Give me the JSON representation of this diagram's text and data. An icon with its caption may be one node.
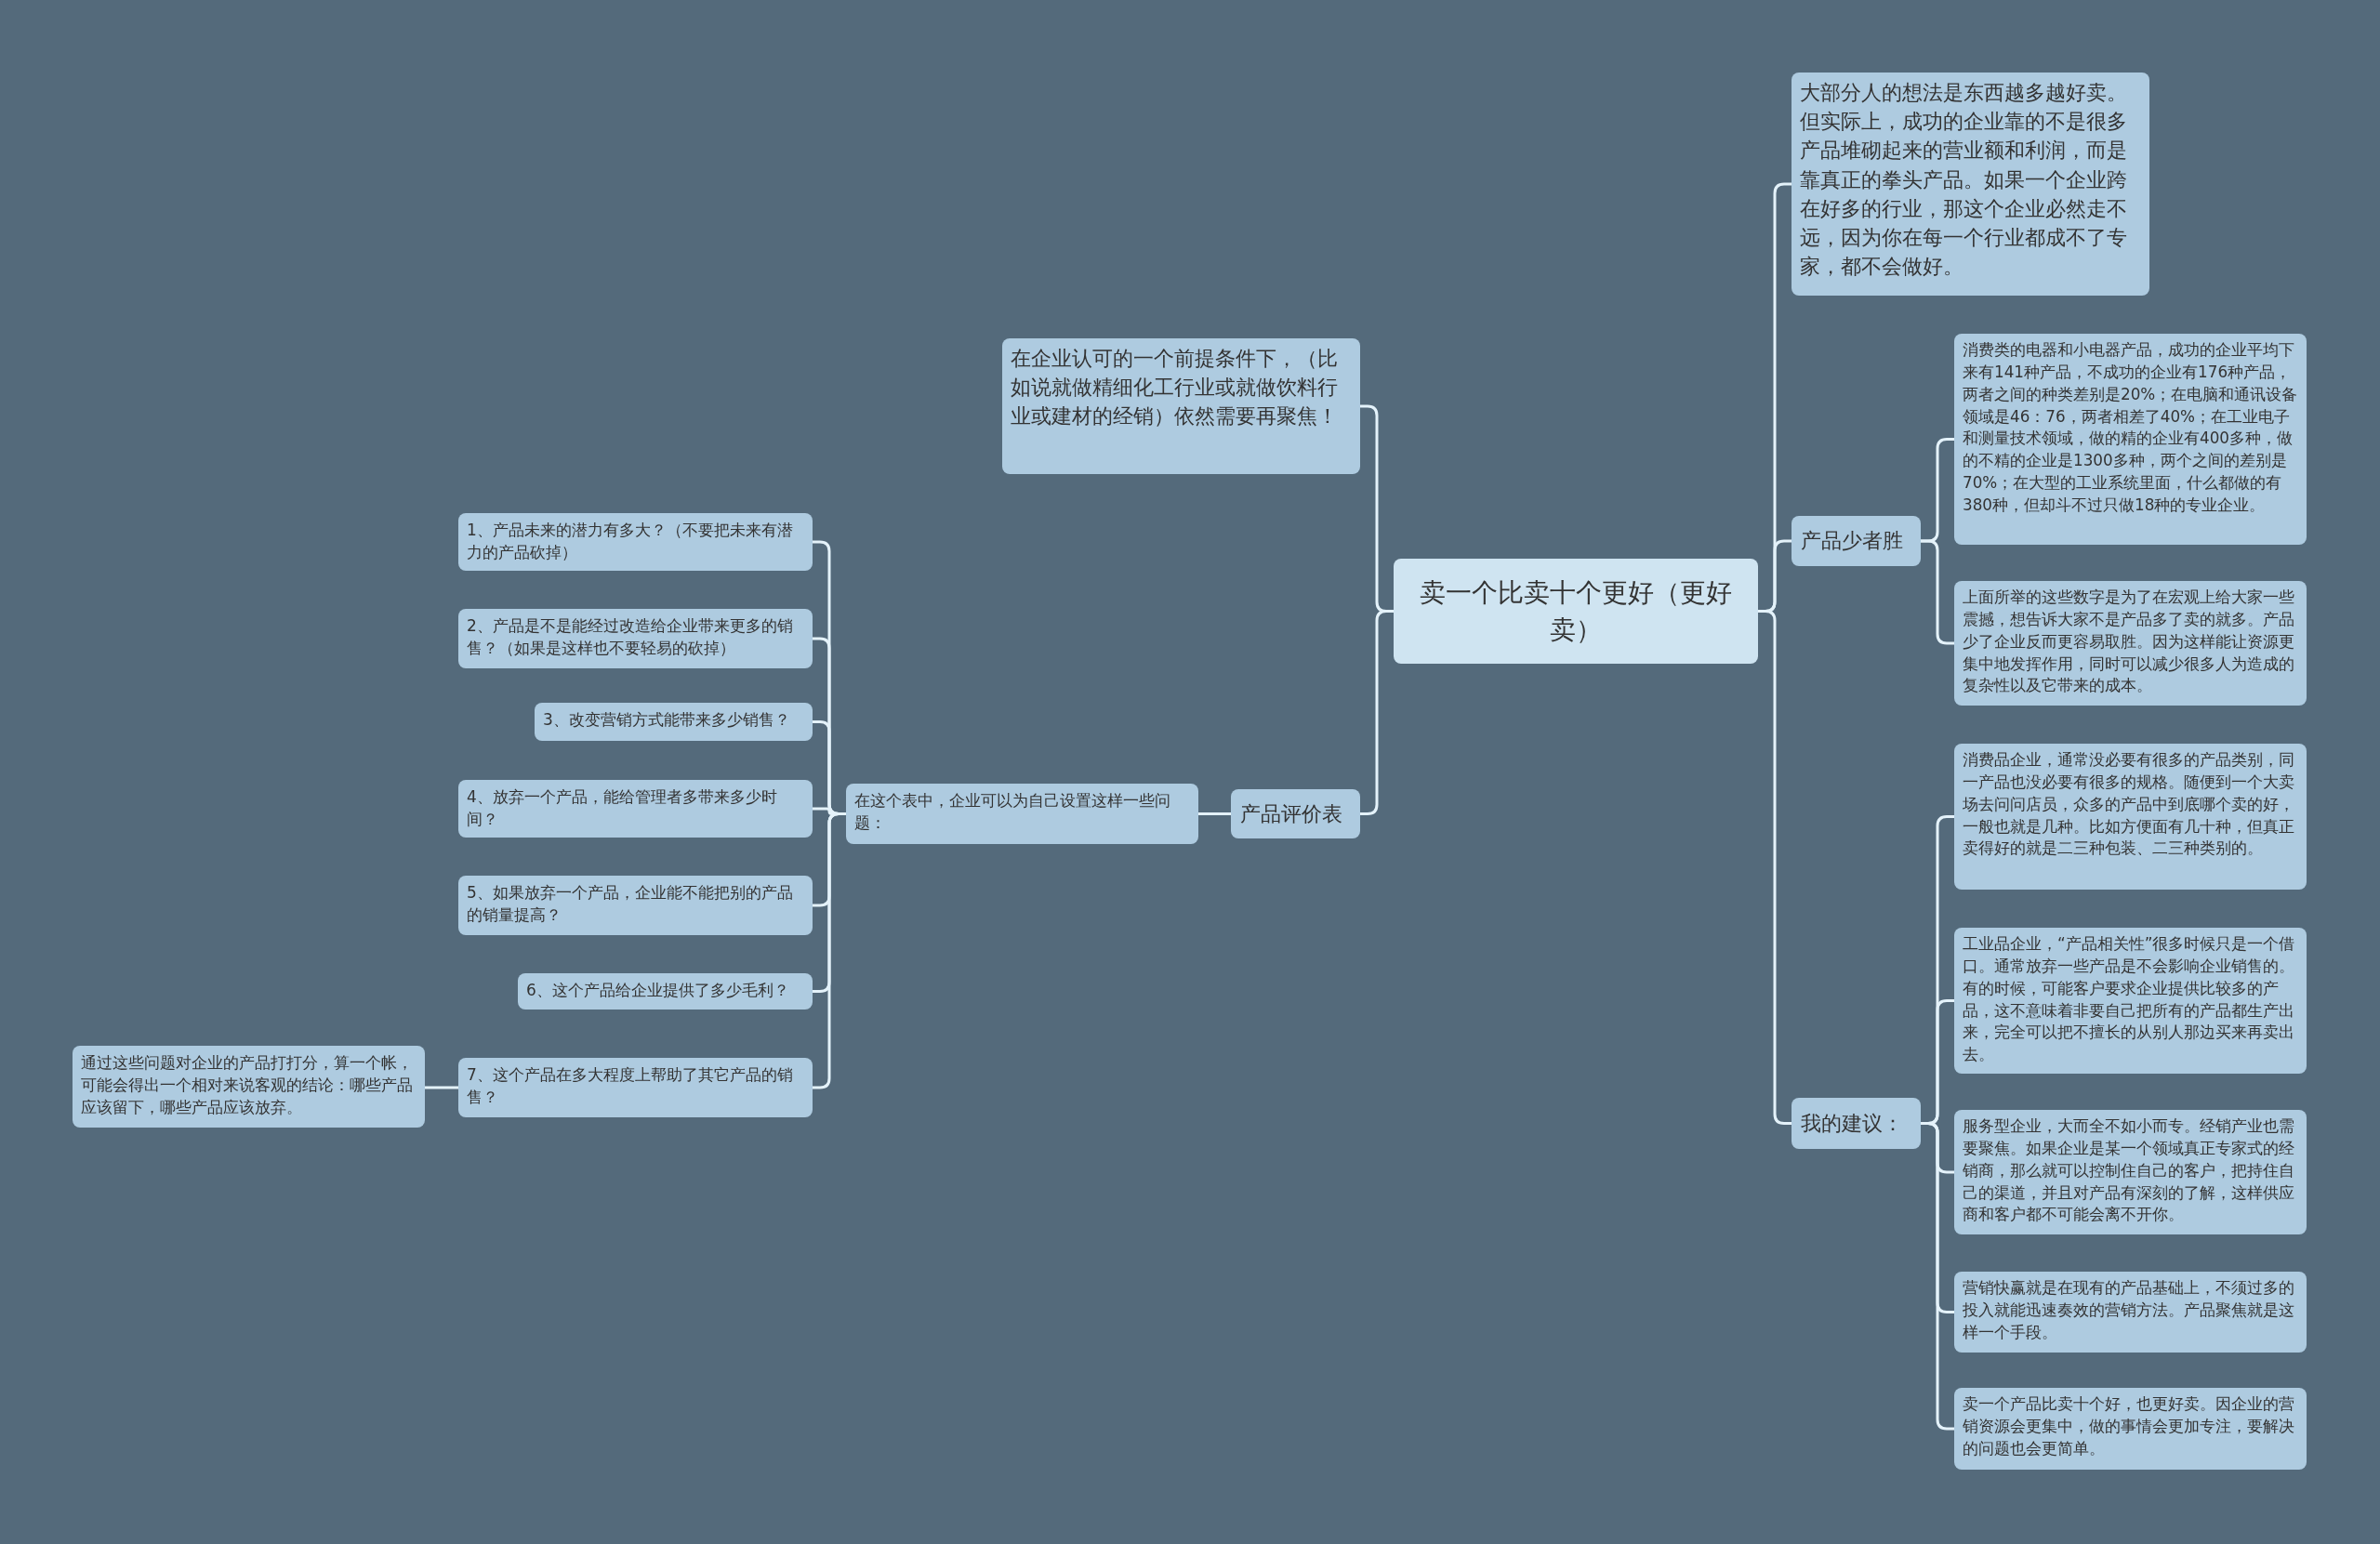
{
  "diagram": {
    "nodes": [
      {
        "text": [
          "卖一个比卖十个更好（更好卖）"
        ]
      },
      {
        "text": [
          "大部分人的想法是东西越多越好卖。但实际上，成功的企业靠的不是很多产品堆砌起来的营业额和利润，而是靠真正的拳头产品。如果一个企业跨在好多的行业，那这个企业必然走不远，因为你在每一个行业都成不了专家，都不会做好。"
        ]
      },
      {
        "text": [
          "产品少者胜"
        ]
      },
      {
        "text": [
          "消费类的电器和小电器产品，成功的企业平均下来有141种产品，不成功的企业有176种产品，两者之间的种类差别是20%；在电脑和通讯设备领域是46：76，两者相差了40%；在工业电子和测量技术领域，做的精的企业有400多种，做的不精的企业是1300多种，两个之间的差别是70%；在大型的工业系统里面，什么都做的有380种，但却斗不过只做18种的专业企业。"
        ]
      },
      {
        "text": [
          "上面所举的这些数字是为了在宏观上给大家一些震撼，想告诉大家不是产品多了卖的就多。产品少了企业反而更容易取胜。因为这样能让资源更集中地发挥作用，同时可以减少很多人为造成的复杂性以及它带来的成本。"
        ]
      },
      {
        "text": [
          "我的建议："
        ]
      },
      {
        "text": [
          "消费品企业，通常没必要有很多的产品类别，同一产品也没必要有很多的规格。随便到一个大卖场去问问店员，众多的产品中到底哪个卖的好，一般也就是几种。比如方便面有几十种，但真正卖得好的就是二三种包装、二三种类别的。"
        ]
      },
      {
        "text": [
          "工业品企业，“产品相关性”很多时候只是一个借口。通常放弃一些产品是不会影响企业销售的。有的时候，可能客户要求企业提供比较多的产品，这不意味着非要自己把所有的产品都生产出来，完全可以把不擅长的从别人那边买来再卖出去。"
        ]
      },
      {
        "text": [
          "服务型企业，大而全不如小而专。经销产业也需要聚焦。如果企业是某一个领域真正专家式的经销商，那么就可以控制住自己的客户，把持住自己的渠道，并且对产品有深刻的了解，这样供应商和客户都不可能会离不开你。"
        ]
      },
      {
        "text": [
          "营销快赢就是在现有的产品基础上，不须过多的投入就能迅速奏效的营销方法。产品聚焦就是这样一个手段。"
        ]
      },
      {
        "text": [
          "卖一个产品比卖十个好，也更好卖。因企业的营销资源会更集中，做的事情会更加专注，要解决的问题也会更简单。"
        ]
      },
      {
        "text": [
          "在企业认可的一个前提条件下，（比如说就做精细化工行业或就做饮料行业或建材的经销）依然需要再聚焦！"
        ]
      },
      {
        "text": [
          "产品评价表"
        ]
      },
      {
        "text": [
          "在这个表中，企业可以为自己设置这样一些问题："
        ]
      },
      {
        "text": [
          "1、产品未来的潜力有多大？（不要把未来有潜力的产品砍掉）"
        ]
      },
      {
        "text": [
          "2、产品是不是能经过改造给企业带来更多的销售？（如果是这样也不要轻易的砍掉）"
        ]
      },
      {
        "text": [
          "3、改变营销方式能带来多少销售？"
        ]
      },
      {
        "text": [
          "4、放弃一个产品，能给管理者多带来多少时间？"
        ]
      },
      {
        "text": [
          "5、如果放弃一个产品，企业能不能把别的产品的销量提高？"
        ]
      },
      {
        "text": [
          "6、这个产品给企业提供了多少毛利？"
        ]
      },
      {
        "text": [
          "7、这个产品在多大程度上帮助了其它产品的销售？"
        ]
      },
      {
        "text": [
          "通过这些问题对企业的产品打打分，算一个帐，可能会得出一个相对来说客观的结论：哪些产品应该留下，哪些产品应该放弃。"
        ]
      }
    ],
    "edges": [
      {
        "from": 0,
        "to": 1,
        "arrow": "none"
      },
      {
        "from": 0,
        "to": 2,
        "arrow": "none"
      },
      {
        "from": 2,
        "to": 3,
        "arrow": "none"
      },
      {
        "from": 2,
        "to": 4,
        "arrow": "none"
      },
      {
        "from": 0,
        "to": 5,
        "arrow": "none"
      },
      {
        "from": 5,
        "to": 6,
        "arrow": "none"
      },
      {
        "from": 5,
        "to": 7,
        "arrow": "none"
      },
      {
        "from": 5,
        "to": 8,
        "arrow": "none"
      },
      {
        "from": 5,
        "to": 9,
        "arrow": "none"
      },
      {
        "from": 5,
        "to": 10,
        "arrow": "none"
      },
      {
        "from": 0,
        "to": 11,
        "arrow": "none"
      },
      {
        "from": 0,
        "to": 12,
        "arrow": "none"
      },
      {
        "from": 12,
        "to": 13,
        "arrow": "none"
      },
      {
        "from": 13,
        "to": 14,
        "arrow": "none"
      },
      {
        "from": 13,
        "to": 15,
        "arrow": "none"
      },
      {
        "from": 13,
        "to": 16,
        "arrow": "none"
      },
      {
        "from": 13,
        "to": 17,
        "arrow": "none"
      },
      {
        "from": 13,
        "to": 18,
        "arrow": "none"
      },
      {
        "from": 13,
        "to": 19,
        "arrow": "none"
      },
      {
        "from": 13,
        "to": 20,
        "arrow": "none"
      },
      {
        "from": 20,
        "to": 21,
        "arrow": "none"
      }
    ]
  }
}
